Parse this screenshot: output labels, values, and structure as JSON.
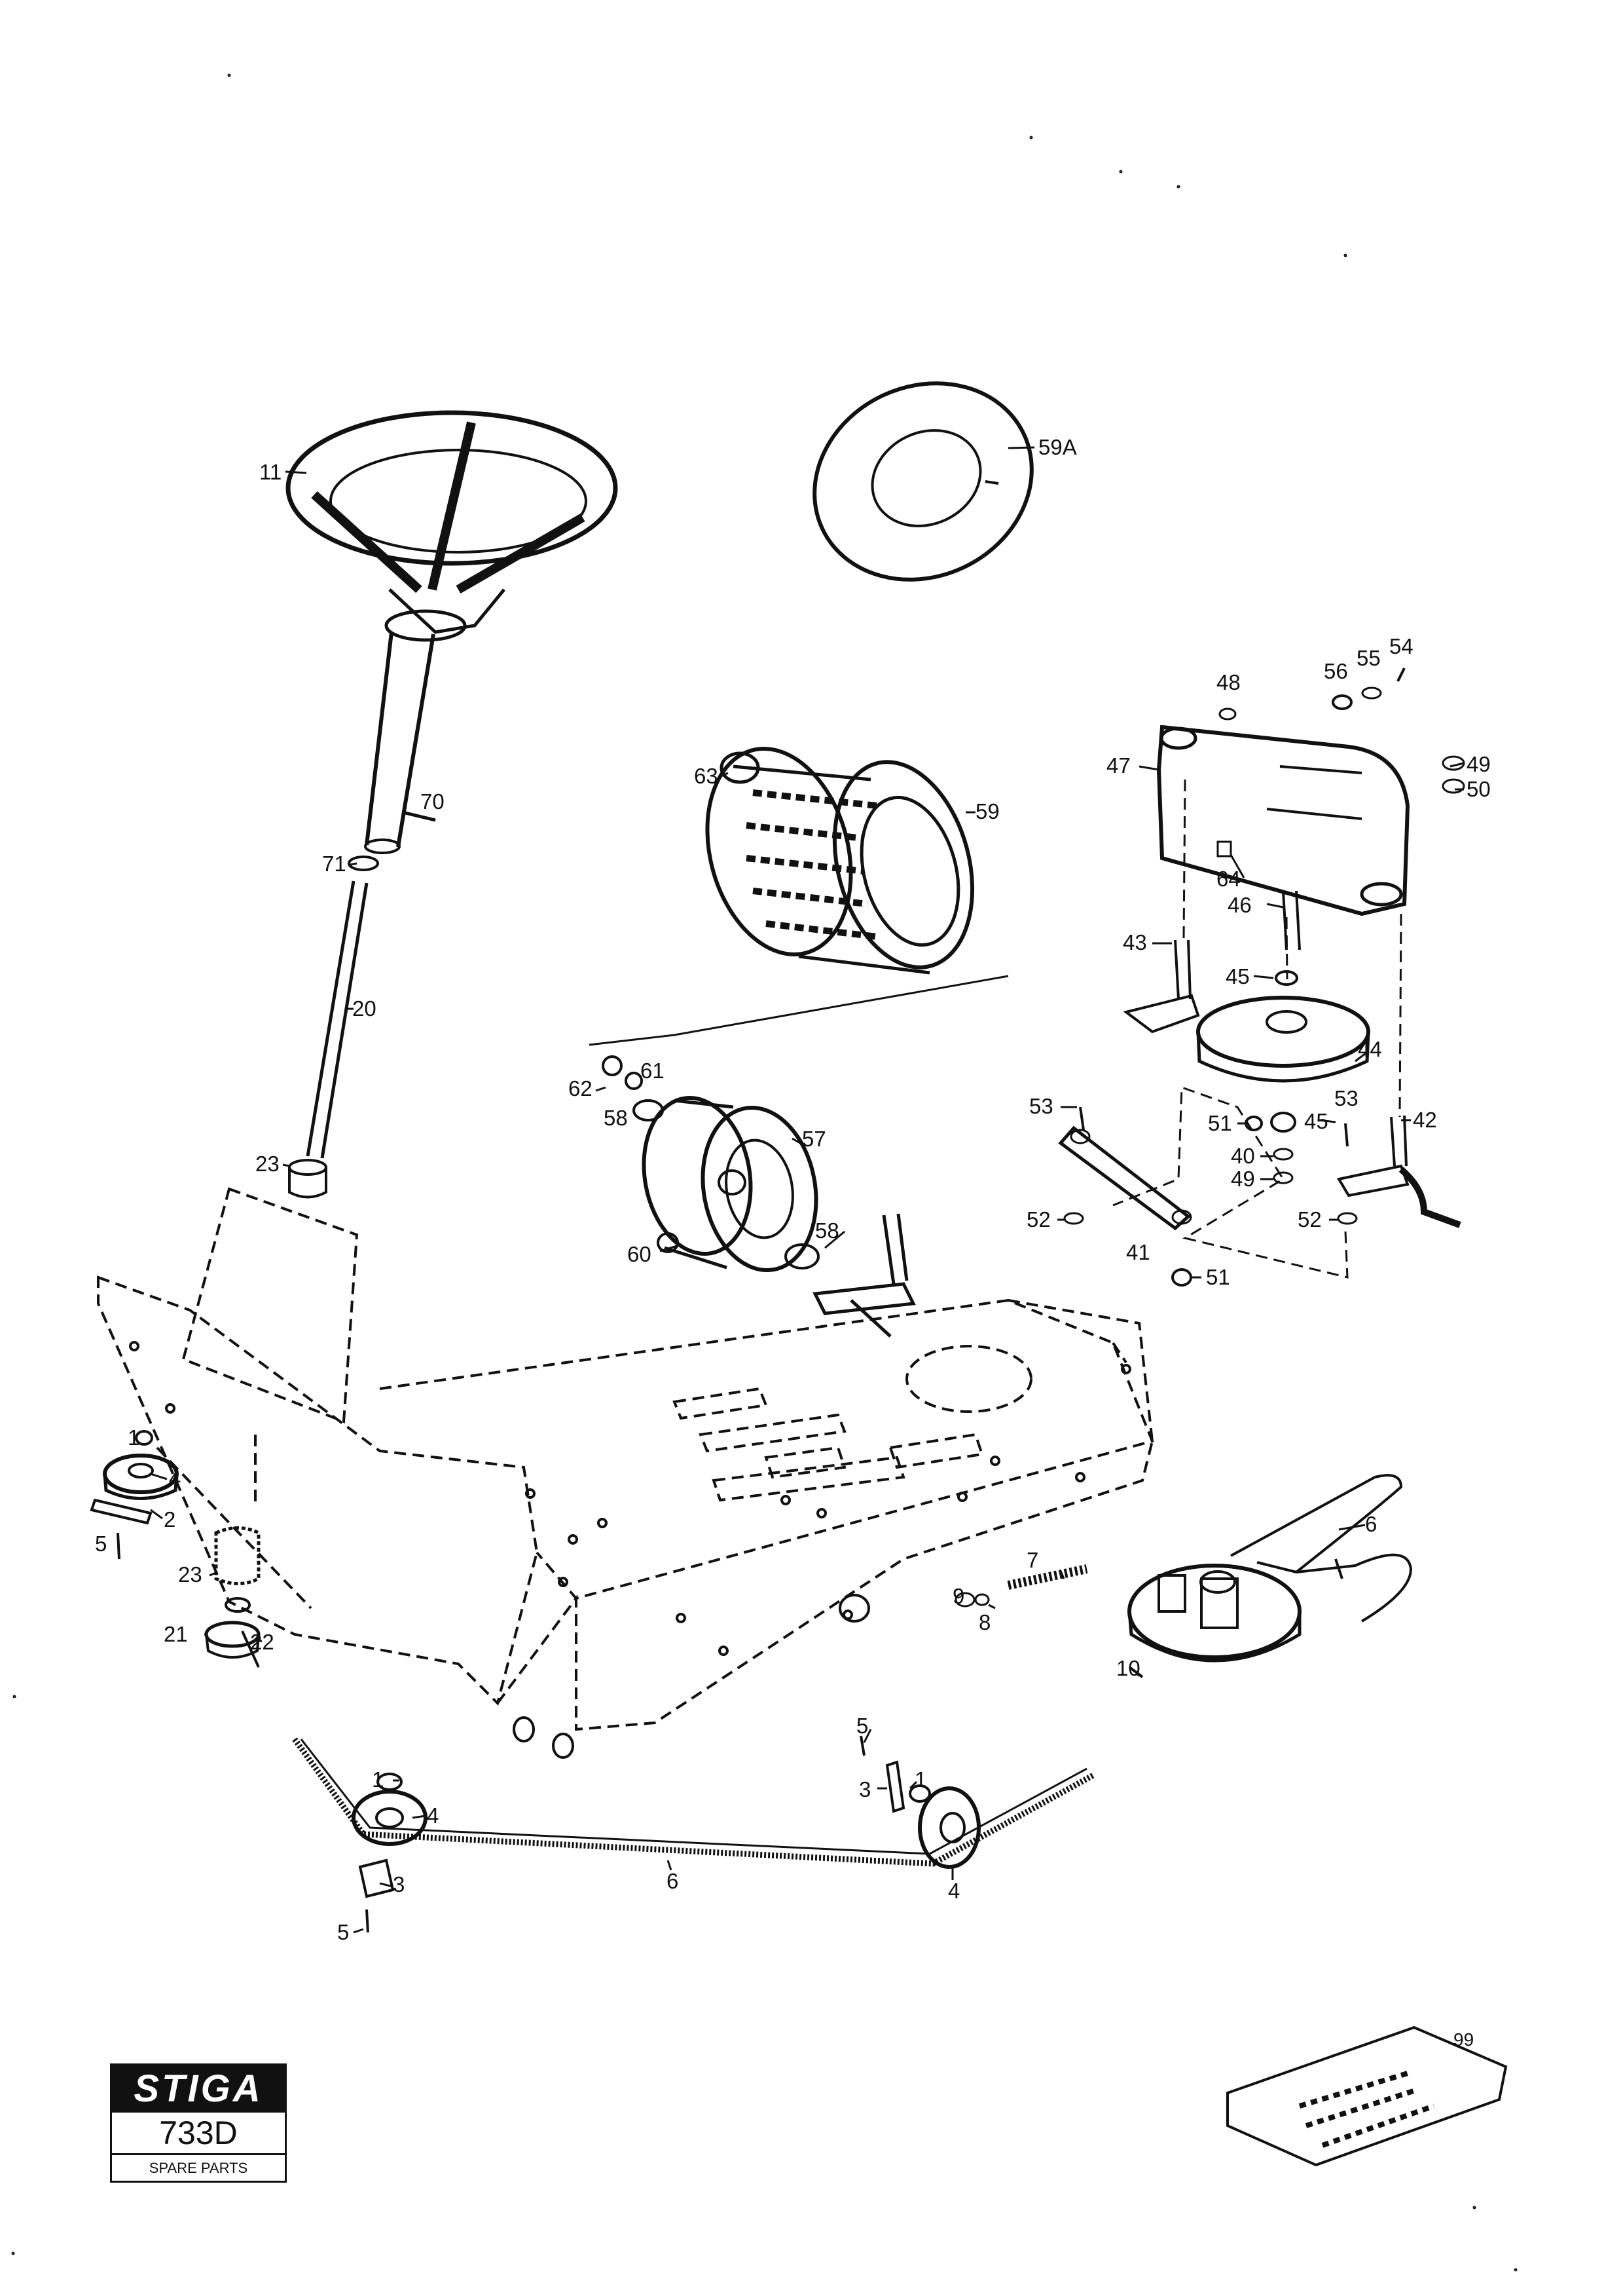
{
  "branding": {
    "brand": "STIGA",
    "model": "733D",
    "subtitle": "SPARE PARTS"
  },
  "labels": [
    {
      "id": "p11",
      "text": "11"
    },
    {
      "id": "p59a",
      "text": "59A"
    },
    {
      "id": "p70",
      "text": "70"
    },
    {
      "id": "p71",
      "text": "71"
    },
    {
      "id": "p20",
      "text": "20"
    },
    {
      "id": "p23a",
      "text": "23"
    },
    {
      "id": "p63",
      "text": "63"
    },
    {
      "id": "p59",
      "text": "59"
    },
    {
      "id": "p62",
      "text": "62"
    },
    {
      "id": "p61",
      "text": "61"
    },
    {
      "id": "p58a",
      "text": "58"
    },
    {
      "id": "p57",
      "text": "57"
    },
    {
      "id": "p58b",
      "text": "58"
    },
    {
      "id": "p60",
      "text": "60"
    },
    {
      "id": "p48",
      "text": "48"
    },
    {
      "id": "p56",
      "text": "56"
    },
    {
      "id": "p55",
      "text": "55"
    },
    {
      "id": "p54",
      "text": "54"
    },
    {
      "id": "p47",
      "text": "47"
    },
    {
      "id": "p49a",
      "text": "49"
    },
    {
      "id": "p50",
      "text": "50"
    },
    {
      "id": "p64",
      "text": "64"
    },
    {
      "id": "p46",
      "text": "46"
    },
    {
      "id": "p43",
      "text": "43"
    },
    {
      "id": "p45a",
      "text": "45"
    },
    {
      "id": "p44",
      "text": "44"
    },
    {
      "id": "p53a",
      "text": "53"
    },
    {
      "id": "p53b",
      "text": "53"
    },
    {
      "id": "p51a",
      "text": "51"
    },
    {
      "id": "p45b",
      "text": "45"
    },
    {
      "id": "p42",
      "text": "42"
    },
    {
      "id": "p40",
      "text": "40"
    },
    {
      "id": "p49b",
      "text": "49"
    },
    {
      "id": "p52a",
      "text": "52"
    },
    {
      "id": "p52b",
      "text": "52"
    },
    {
      "id": "p41",
      "text": "41"
    },
    {
      "id": "p51b",
      "text": "51"
    },
    {
      "id": "p1a",
      "text": "1"
    },
    {
      "id": "p4a",
      "text": "4"
    },
    {
      "id": "p2",
      "text": "2"
    },
    {
      "id": "p5a",
      "text": "5"
    },
    {
      "id": "p23b",
      "text": "23"
    },
    {
      "id": "p21",
      "text": "21"
    },
    {
      "id": "p22",
      "text": "22"
    },
    {
      "id": "p6a",
      "text": "6"
    },
    {
      "id": "p7",
      "text": "7"
    },
    {
      "id": "p9",
      "text": "9"
    },
    {
      "id": "p8",
      "text": "8"
    },
    {
      "id": "p10",
      "text": "10"
    },
    {
      "id": "p5b",
      "text": "5"
    },
    {
      "id": "p1b",
      "text": "1"
    },
    {
      "id": "p3a",
      "text": "3"
    },
    {
      "id": "p1c",
      "text": "1"
    },
    {
      "id": "p4b",
      "text": "4"
    },
    {
      "id": "p3b",
      "text": "3"
    },
    {
      "id": "p6b",
      "text": "6"
    },
    {
      "id": "p4c",
      "text": "4"
    },
    {
      "id": "p5c",
      "text": "5"
    },
    {
      "id": "p99",
      "text": "99"
    }
  ]
}
